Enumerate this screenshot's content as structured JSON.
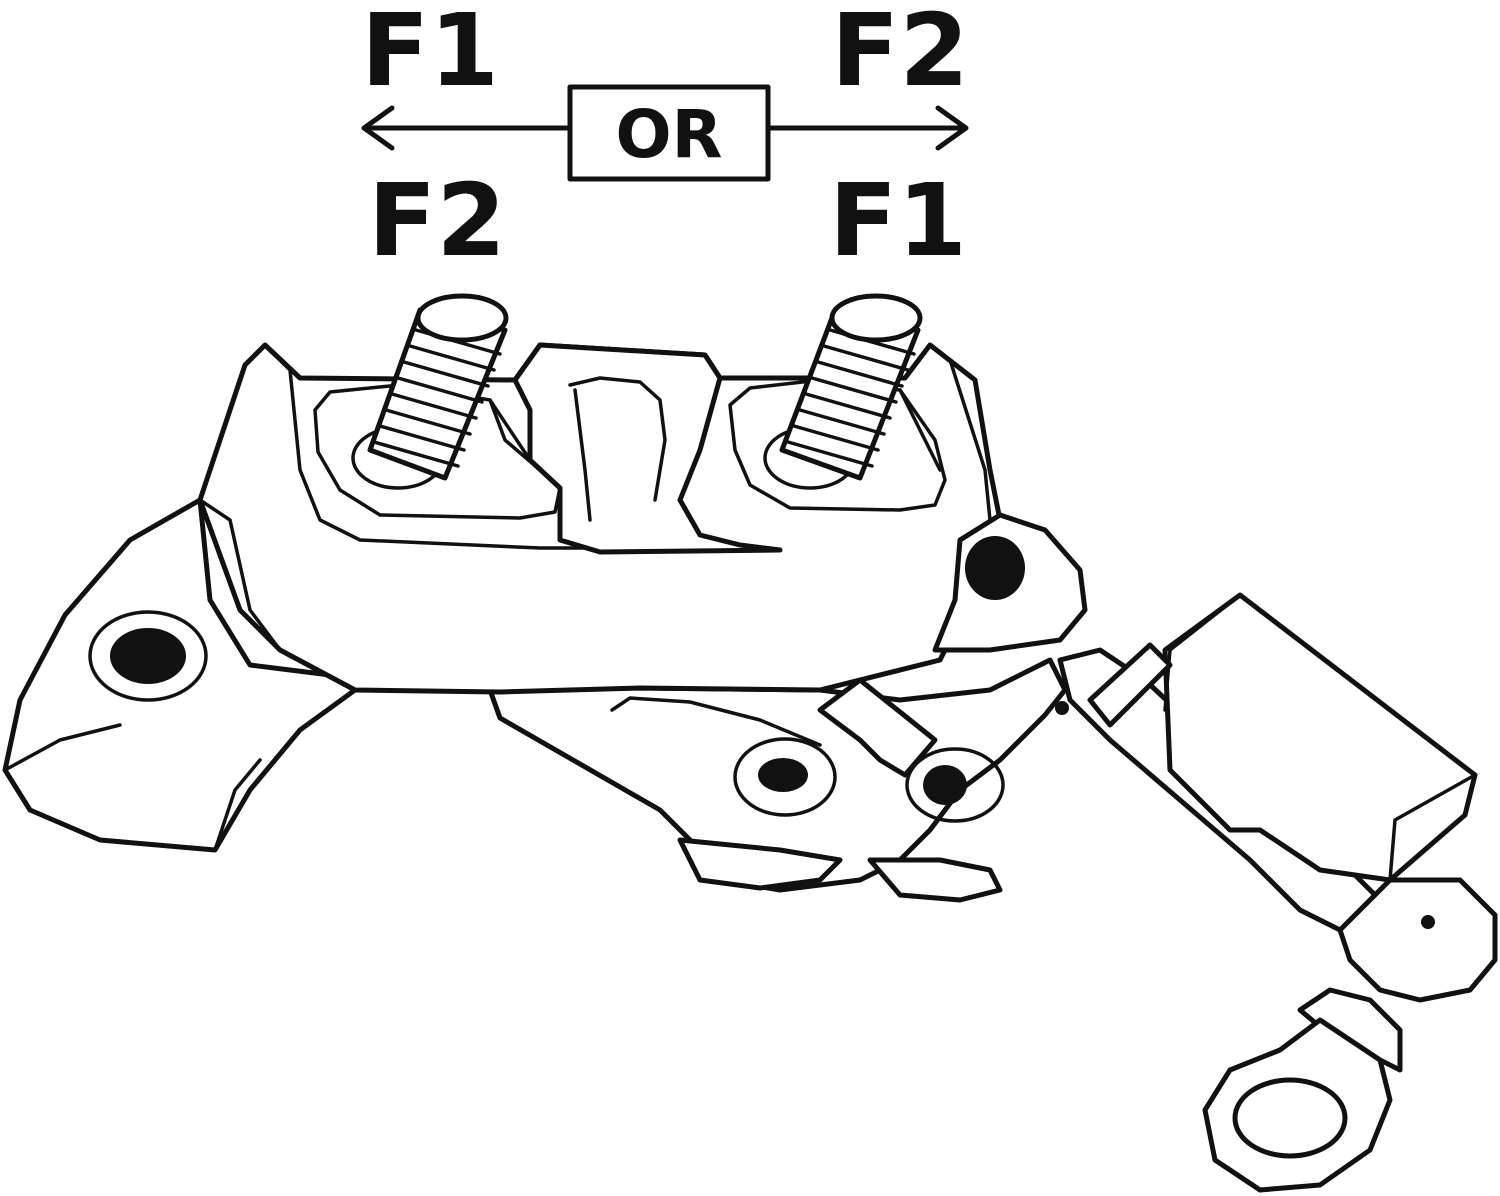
{
  "labels": {
    "top_left": "F1",
    "top_right": "F2",
    "bottom_left": "F2",
    "bottom_right": "F1",
    "center": "OR"
  },
  "colors": {
    "ink": "#111111",
    "background": "#ffffff"
  },
  "icons": {
    "arrow_left": "arrow-left-icon",
    "arrow_right": "arrow-right-icon"
  }
}
